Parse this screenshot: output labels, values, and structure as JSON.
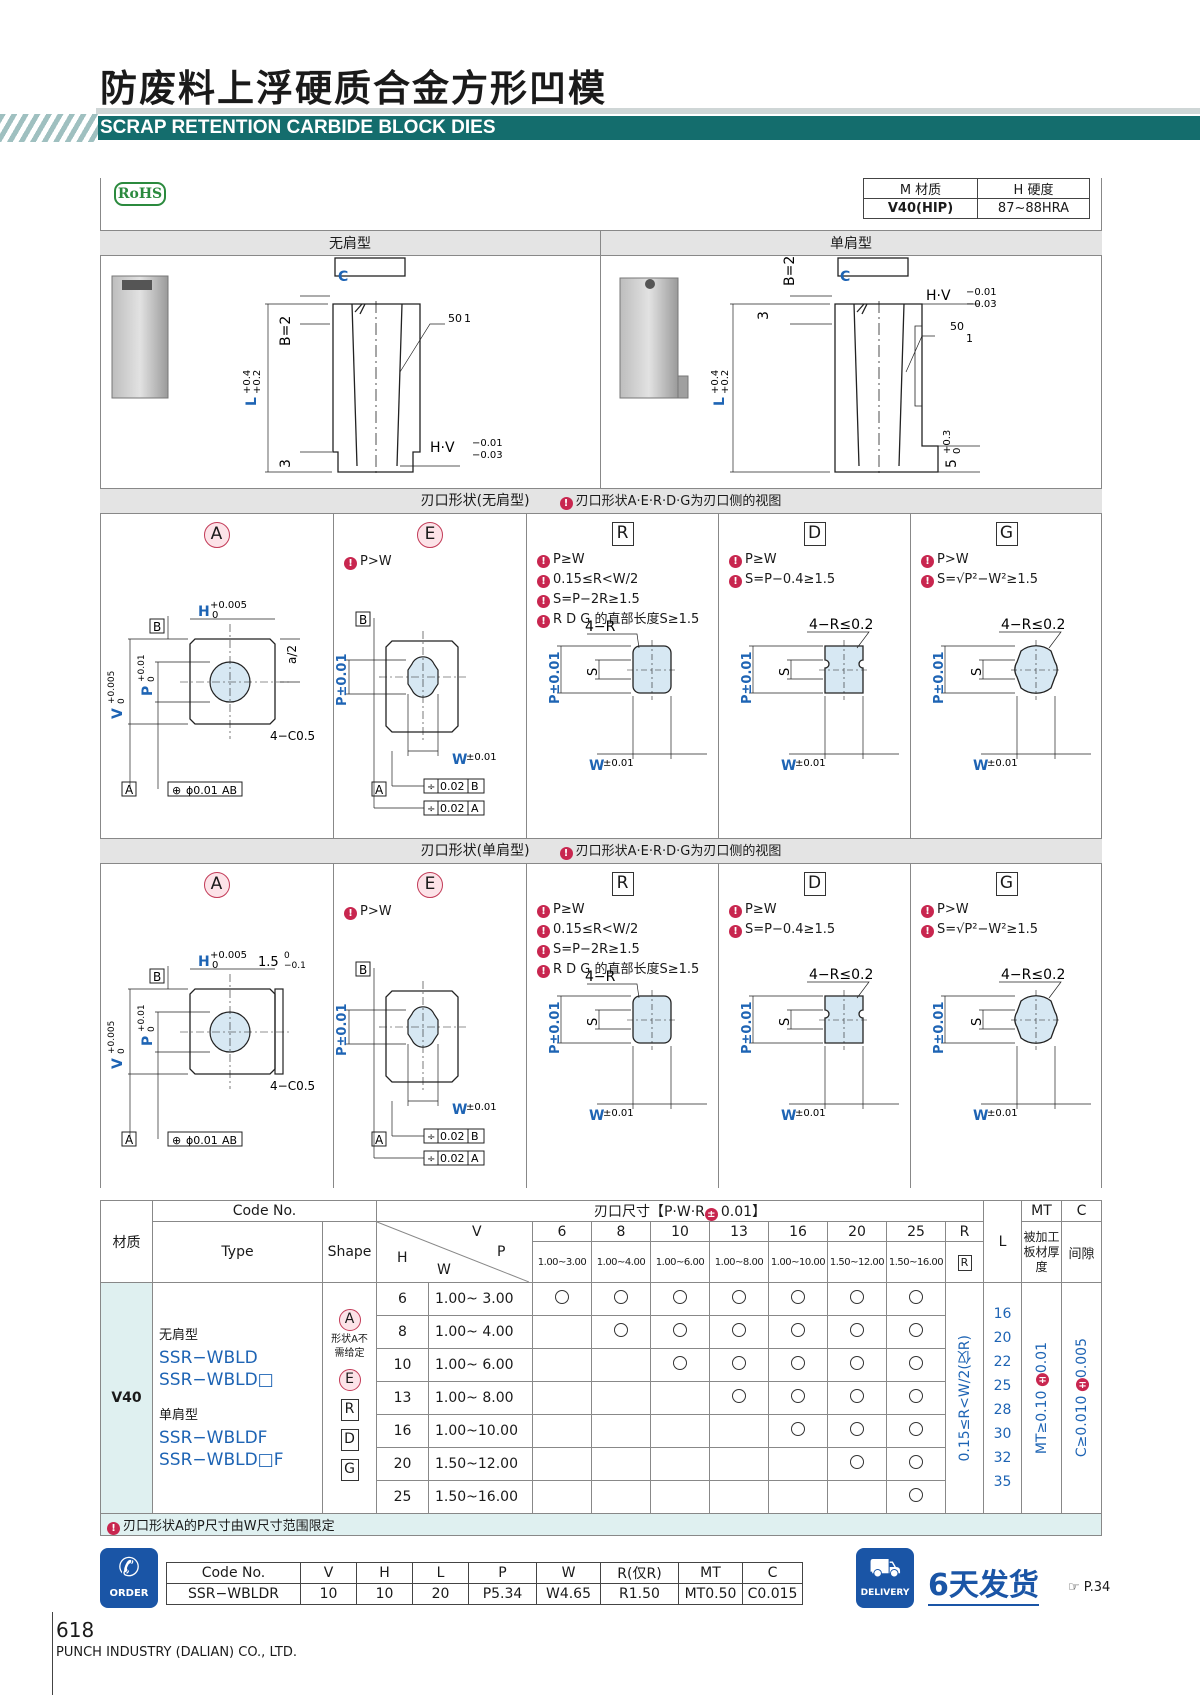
{
  "title_cn": "防废料上浮硬质合金方形凹模",
  "title_en": "SCRAP RETENTION CARBIDE BLOCK DIES",
  "rohs": "RoHS",
  "material_table": {
    "h_material": "M 材质",
    "h_hardness": "H 硬度",
    "material": "V40(HIP)",
    "hardness": "87~88HRA"
  },
  "types": {
    "no_shoulder": "无肩型",
    "single_shoulder": "单肩型"
  },
  "dims": {
    "C": "C",
    "B2": "B=2",
    "L": "L",
    "L_tol_u": "+0.4",
    "L_tol_l": "+0.2",
    "three": "3",
    "hv": "H·V",
    "hv_u": "−0.01",
    "hv_l": "−0.03",
    "fifty": "50",
    "one": "1",
    "five": "5",
    "five_u": "+0.3",
    "five_l": "0"
  },
  "shape_sections": [
    {
      "title": "刃口形状(无肩型)",
      "note": "刃口形状A·E·R·D·G为刃口侧的视图"
    },
    {
      "title": "刃口形状(单肩型)",
      "note": "刃口形状A·E·R·D·G为刃口侧的视图"
    }
  ],
  "shapes": {
    "A": {
      "label": "A",
      "H": "H",
      "H_u": "+0.005",
      "H_l": "0",
      "V": "V",
      "V_u": "+0.005",
      "V_l": "0",
      "P": "P",
      "P_u": "+0.01",
      "P_l": "0",
      "a2": "a/2",
      "c05": "4−C0.5",
      "phi": "ϕ0.01",
      "ab": "AB",
      "B": "B",
      "A": "A",
      "shoulder": "1.5",
      "shoulder_u": "0",
      "shoulder_l": "−0.1"
    },
    "E": {
      "label": "E",
      "notes": [
        "P>W"
      ],
      "P": "P±0.01",
      "W": "W",
      "W_tol": "±0.01",
      "t1": "0.02",
      "r1": "B",
      "t2": "0.02",
      "r2": "A",
      "B": "B",
      "A": "A"
    },
    "R": {
      "label": "R",
      "notes": [
        "P≥W",
        "0.15≤R<W/2",
        "S=P−2R≥1.5",
        "R D G 的直部长度S≥1.5"
      ],
      "r": "4−R",
      "P": "P±0.01",
      "S": "S",
      "W": "W",
      "W_tol": "±0.01"
    },
    "D": {
      "label": "D",
      "notes": [
        "P≥W",
        "S=P−0.4≥1.5"
      ],
      "r": "4−R≤0.2",
      "P": "P±0.01",
      "S": "S",
      "W": "W",
      "W_tol": "±0.01"
    },
    "G": {
      "label": "G",
      "notes": [
        "P>W",
        "S=√P²−W²≥1.5"
      ],
      "r": "4−R≤0.2",
      "P": "P±0.01",
      "S": "S",
      "W": "W",
      "W_tol": "±0.01"
    }
  },
  "spec": {
    "h_material": "材质",
    "h_code": "Code No.",
    "h_type": "Type",
    "h_shape": "Shape",
    "h_dim": "刃口尺寸【P·W·R",
    "h_dim_tail": "0.01】",
    "h_v": "V",
    "h_h": "H",
    "h_p": "P",
    "h_w": "W",
    "h_r": "R",
    "h_l": "L",
    "h_mt": "MT",
    "h_mt_sub": "被加工板材厚度",
    "h_c": "C",
    "h_c_sub": "间隙",
    "p_cols": [
      "6",
      "8",
      "10",
      "13",
      "16",
      "20",
      "25"
    ],
    "w_ranges": [
      "1.00~3.00",
      "1.00~4.00",
      "1.00~6.00",
      "1.00~8.00",
      "1.00~10.00",
      "1.50~12.00",
      "1.50~16.00"
    ],
    "material": "V40",
    "type_ns": "无肩型",
    "codes_ns": [
      "SSR−WBLD",
      "SSR−WBLD□"
    ],
    "type_ss": "单肩型",
    "codes_ss": [
      "SSR−WBLDF",
      "SSR−WBLD□F"
    ],
    "shapes": [
      "A",
      "E",
      "R",
      "D",
      "G"
    ],
    "shape_note": "形状A不需给定",
    "rows": [
      {
        "H": "6",
        "W": "1.00~ 3.00",
        "avail": [
          1,
          1,
          1,
          1,
          1,
          1,
          1
        ]
      },
      {
        "H": "8",
        "W": "1.00~ 4.00",
        "avail": [
          0,
          1,
          1,
          1,
          1,
          1,
          1
        ]
      },
      {
        "H": "10",
        "W": "1.00~ 6.00",
        "avail": [
          0,
          0,
          1,
          1,
          1,
          1,
          1
        ]
      },
      {
        "H": "13",
        "W": "1.00~ 8.00",
        "avail": [
          0,
          0,
          0,
          1,
          1,
          1,
          1
        ]
      },
      {
        "H": "16",
        "W": "1.00~10.00",
        "avail": [
          0,
          0,
          0,
          0,
          1,
          1,
          1
        ]
      },
      {
        "H": "20",
        "W": "1.50~12.00",
        "avail": [
          0,
          0,
          0,
          0,
          0,
          1,
          1
        ]
      },
      {
        "H": "25",
        "W": "1.50~16.00",
        "avail": [
          0,
          0,
          0,
          0,
          0,
          0,
          1
        ]
      }
    ],
    "r_range": "0.15≤R<W/2(仅R)",
    "l_values": [
      "16",
      "20",
      "22",
      "25",
      "28",
      "30",
      "32",
      "35"
    ],
    "mt_range": "MT≥0.10",
    "mt_tail": "0.01",
    "c_range": "C≥0.010",
    "c_tail": "0.005",
    "footnote": "刃口形状A的P尺寸由W尺寸范围限定"
  },
  "order": {
    "label": "ORDER",
    "headers": [
      "Code No.",
      "V",
      "H",
      "L",
      "P",
      "W",
      "R(仅R)",
      "MT",
      "C"
    ],
    "values": [
      "SSR−WBLDR",
      "10",
      "10",
      "20",
      "P5.34",
      "W4.65",
      "R1.50",
      "MT0.50",
      "C0.015"
    ],
    "delivery_label": "DELIVERY",
    "delivery": "6天发货",
    "page_ref": "P.34"
  },
  "footer": {
    "page": "618",
    "company": "PUNCH INDUSTRY (DALIAN) CO., LTD."
  }
}
